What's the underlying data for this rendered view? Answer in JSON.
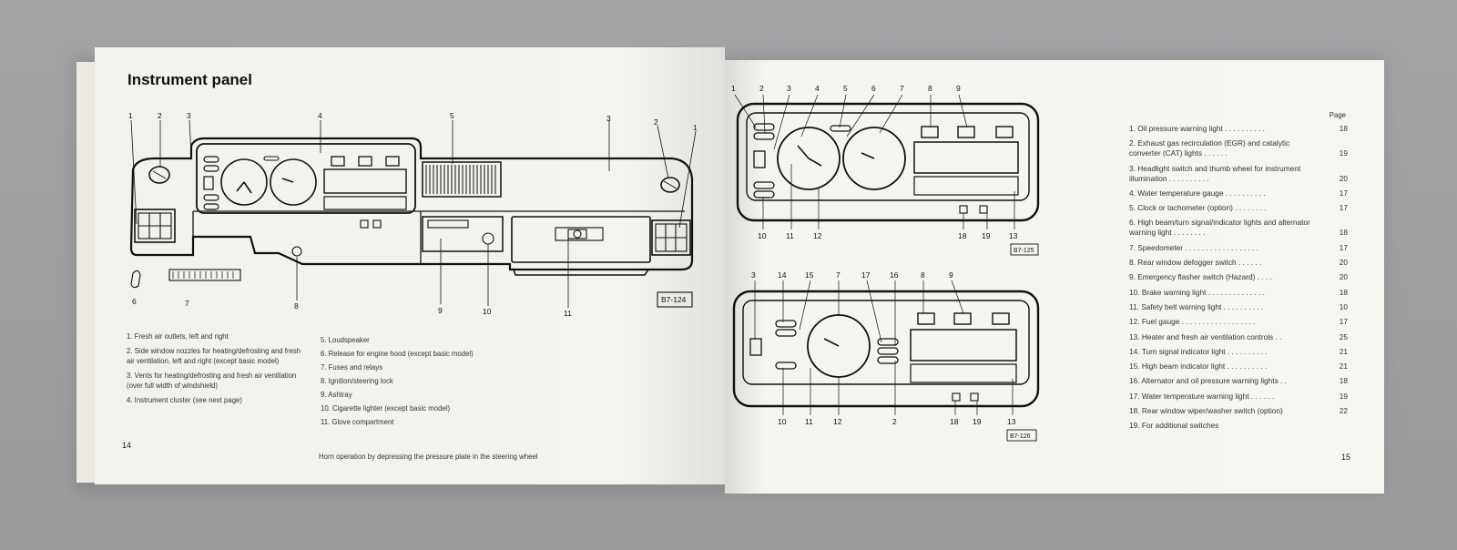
{
  "left_page": {
    "title": "Instrument panel",
    "figure_code": "B7-124",
    "callouts_top": [
      "1",
      "2",
      "3",
      "4",
      "5",
      "3",
      "2",
      "1"
    ],
    "callouts_bottom": [
      "6",
      "7",
      "8",
      "9",
      "10",
      "11"
    ],
    "legend_col1": [
      "1. Fresh air outlets, left and right",
      "2. Side window nozzles for heating/defrosting and fresh air ventilation, left and right (except basic model)",
      "3. Vents for heating/defrosting and fresh air ventilation (over full width of windshield)",
      "4. Instrument cluster (see next page)"
    ],
    "legend_col2": [
      "5. Loudspeaker",
      "6. Release for engine hood (except basic model)",
      "7. Fuses and relays",
      "8. Ignition/steering lock",
      "9. Ashtray",
      "10. Cigarette lighter (except basic model)",
      "11. Glove compartment"
    ],
    "horn_note": "Horn operation by depressing the pressure plate in the steering wheel",
    "page_number": "14"
  },
  "right_page": {
    "figure_a": {
      "code": "B7-125",
      "callouts_top": [
        "1",
        "2",
        "3",
        "4",
        "5",
        "6",
        "7",
        "8",
        "9"
      ],
      "callouts_bottom": [
        "10",
        "11",
        "12",
        "18",
        "19",
        "13"
      ]
    },
    "figure_b": {
      "code": "B7-126",
      "callouts_top": [
        "3",
        "14",
        "15",
        "7",
        "17",
        "16",
        "8",
        "9"
      ],
      "callouts_bottom": [
        "10",
        "11",
        "12",
        "2",
        "18",
        "19",
        "13"
      ]
    },
    "toc_header": "Page",
    "toc": [
      {
        "text": "1. Oil pressure warning light . . . . . . . . . .",
        "page": "18"
      },
      {
        "text": "2. Exhaust gas recirculation (EGR) and catalytic converter (CAT) lights . . . . . .",
        "page": "19"
      },
      {
        "text": "3. Headlight switch and thumb wheel for instrument illumination . . . . . . . . . .",
        "page": "20"
      },
      {
        "text": "4. Water temperature gauge . . . . . . . . . .",
        "page": "17"
      },
      {
        "text": "5. Clock or tachometer (option) . . . . . . . .",
        "page": "17"
      },
      {
        "text": "6. High beam/turn signal/indicator lights and alternator warning light . . . . . . . .",
        "page": "18"
      },
      {
        "text": "7. Speedometer . . . . . . . . . . . . . . . . . .",
        "page": "17"
      },
      {
        "text": "8. Rear window defogger switch . . . . . .",
        "page": "20"
      },
      {
        "text": "9. Emergency flasher switch (Hazard) . . . .",
        "page": "20"
      },
      {
        "text": "10. Brake warning light . . . . . . . . . . . . . .",
        "page": "18"
      },
      {
        "text": "11. Safety belt warning light . . . . . . . . . .",
        "page": "10"
      },
      {
        "text": "12. Fuel gauge . . . . . . . . . . . . . . . . . .",
        "page": "17"
      },
      {
        "text": "13. Heater and fresh air ventilation controls . .",
        "page": "25"
      },
      {
        "text": "14. Turn signal indicator light . . . . . . . . . .",
        "page": "21"
      },
      {
        "text": "15. High beam indicator light . . . . . . . . . .",
        "page": "21"
      },
      {
        "text": "16. Alternator and oil pressure warning lights . .",
        "page": "18"
      },
      {
        "text": "17. Water temperature warning light . . . . . .",
        "page": "19"
      },
      {
        "text": "18. Rear window wiper/washer switch (option)",
        "page": "22"
      },
      {
        "text": "19. For additional switches",
        "page": ""
      }
    ],
    "page_number": "15"
  }
}
